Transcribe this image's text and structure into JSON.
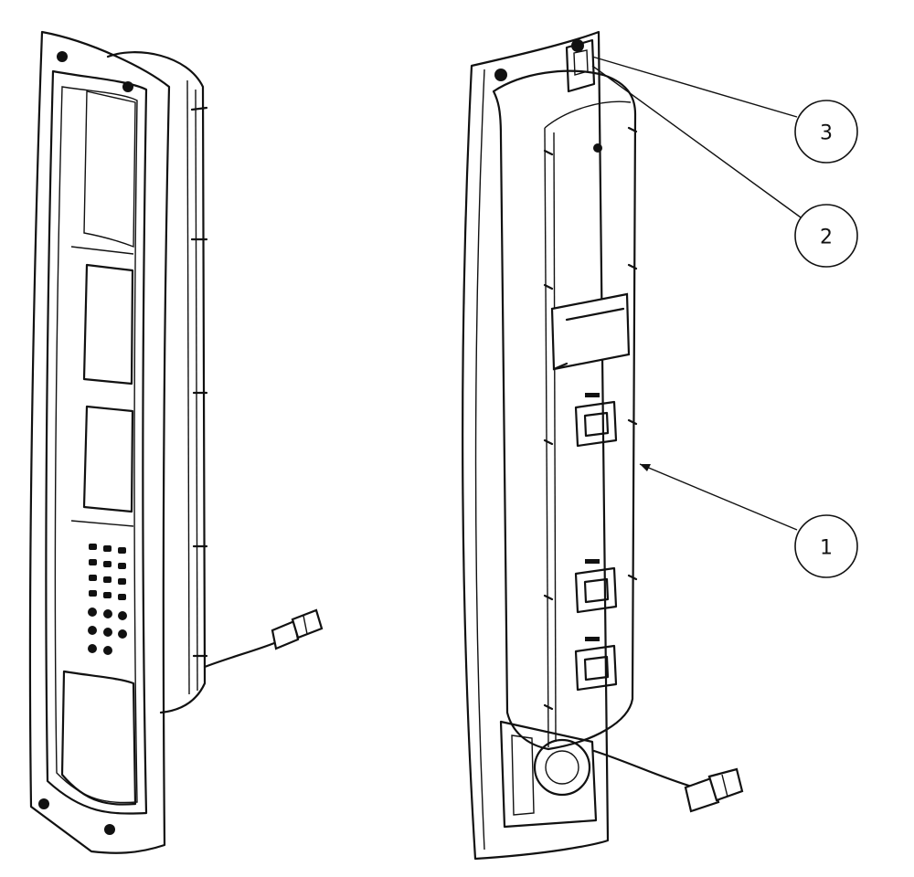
{
  "callouts": [
    {
      "label": "3"
    },
    {
      "label": "2"
    },
    {
      "label": "1"
    }
  ]
}
